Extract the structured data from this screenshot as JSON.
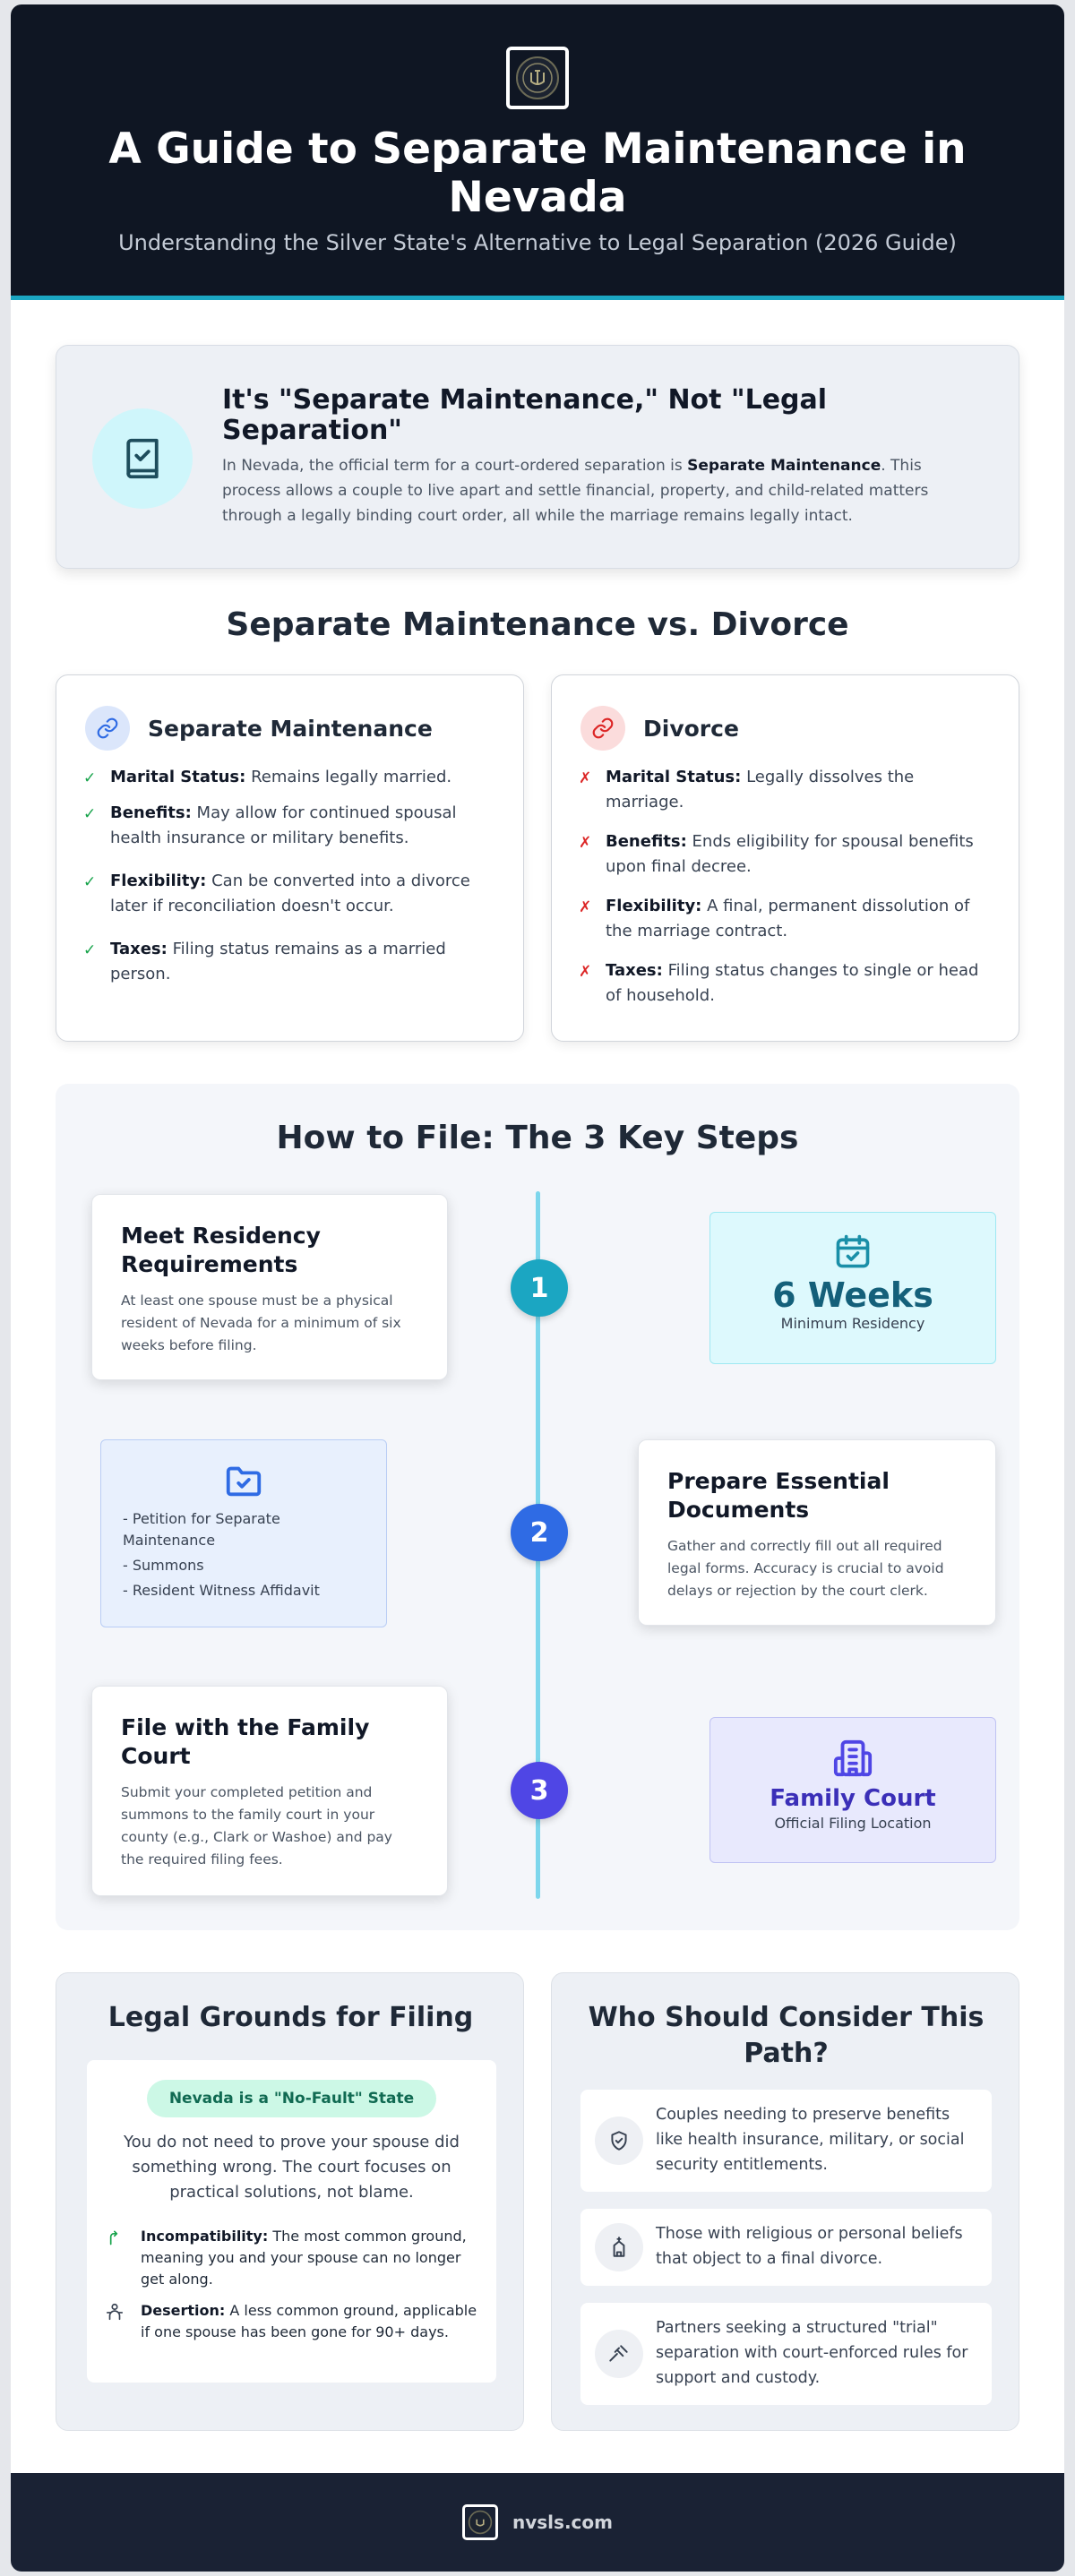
{
  "header": {
    "title": "A Guide to Separate Maintenance in Nevada",
    "subtitle": "Understanding the Silver State's Alternative to Legal Separation (2026 Guide)",
    "logo_icon": "seal-icon"
  },
  "intro": {
    "icon": "book-check-icon",
    "title": "It's \"Separate Maintenance,\" Not \"Legal Separation\"",
    "text_before": "In Nevada, the official term for a court-ordered separation is ",
    "text_bold": "Separate Maintenance",
    "text_after": ". This process allows a couple to live apart and settle financial, property, and child-related matters through a legally binding court order, all while the marriage remains legally intact."
  },
  "compare": {
    "title": "Separate Maintenance vs. Divorce",
    "separate": {
      "title": "Separate Maintenance",
      "icon": "link-icon",
      "items": [
        {
          "label": "Marital Status:",
          "text": " Remains legally married."
        },
        {
          "label": "Benefits:",
          "text": " May allow for continued spousal health insurance or military benefits."
        },
        {
          "label": "Flexibility:",
          "text": " Can be converted into a divorce later if reconciliation doesn't occur."
        },
        {
          "label": "Taxes:",
          "text": " Filing status remains as a married person."
        }
      ]
    },
    "divorce": {
      "title": "Divorce",
      "icon": "broken-link-icon",
      "items": [
        {
          "label": "Marital Status:",
          "text": " Legally dissolves the marriage."
        },
        {
          "label": "Benefits:",
          "text": " Ends eligibility for spousal benefits upon final decree."
        },
        {
          "label": "Flexibility:",
          "text": " A final, permanent dissolution of the marriage contract."
        },
        {
          "label": "Taxes:",
          "text": " Filing status changes to single or head of household."
        }
      ]
    }
  },
  "steps": {
    "title": "How to File: The 3 Key Steps",
    "items": [
      {
        "number": "1",
        "title": "Meet Residency Requirements",
        "text": "At least one spouse must be a physical resident of Nevada for a minimum of six weeks before filing.",
        "info_value": "6 Weeks",
        "info_label": "Minimum Residency",
        "info_icon": "calendar-check-icon"
      },
      {
        "number": "2",
        "title": "Prepare Essential Documents",
        "text": "Gather and correctly fill out all required legal forms. Accuracy is crucial to avoid delays or rejection by the court clerk.",
        "info_icon": "folder-check-icon",
        "documents": [
          "- Petition for Separate Maintenance",
          "- Summons",
          "- Resident Witness Affidavit"
        ]
      },
      {
        "number": "3",
        "title": "File with the Family Court",
        "text": "Submit your completed petition and summons to the family court in your county (e.g., Clark or Washoe) and pay the required filing fees.",
        "info_value": "Family Court",
        "info_label": "Official Filing Location",
        "info_icon": "building-icon"
      }
    ]
  },
  "grounds": {
    "title": "Legal Grounds for Filing",
    "badge": "Nevada is a \"No-Fault\" State",
    "description": "You do not need to prove your spouse did something wrong. The court focuses on practical solutions, not blame.",
    "items": [
      {
        "label": "Incompatibility:",
        "text": " The most common ground, meaning you and your spouse can no longer get along.",
        "icon": "split-arrow-icon"
      },
      {
        "label": "Desertion:",
        "text": " A less common ground, applicable if one spouse has been gone for 90+ days.",
        "icon": "person-leaving-icon"
      }
    ]
  },
  "who": {
    "title": "Who Should Consider This Path?",
    "items": [
      {
        "text": "Couples needing to preserve benefits like health insurance, military, or social security entitlements.",
        "icon": "shield-icon"
      },
      {
        "text": "Those with religious or personal beliefs that object to a final divorce.",
        "icon": "place-of-worship-icon"
      },
      {
        "text": "Partners seeking a structured \"trial\" separation with court-enforced rules for support and custody.",
        "icon": "gavel-icon"
      }
    ]
  },
  "footer": {
    "site": "nvsls.com",
    "logo_icon": "seal-icon"
  },
  "colors": {
    "header_bg": "#0f1623",
    "accent_cyan": "#1ba6c2",
    "step1": "#1ba6c2",
    "step2": "#2f6be4",
    "step3": "#4f46e5",
    "check_green": "#16a34a",
    "cross_red": "#dc2626"
  }
}
